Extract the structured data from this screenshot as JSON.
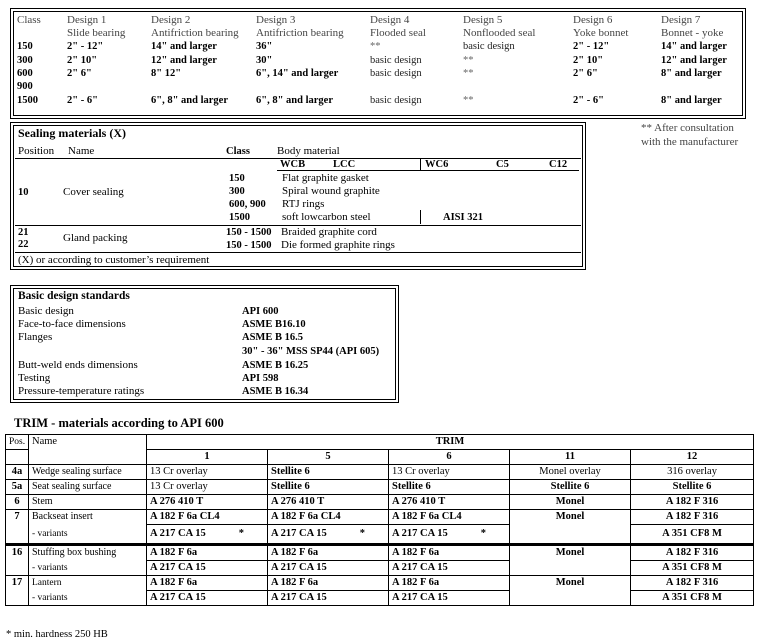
{
  "designs": {
    "headers": [
      {
        "l1": "Class",
        "l2": ""
      },
      {
        "l1": "Design 1",
        "l2": "Slide bearing"
      },
      {
        "l1": "Design 2",
        "l2": "Antifriction bearing"
      },
      {
        "l1": "Design 3",
        "l2": "Antifriction bearing"
      },
      {
        "l1": "Design 4",
        "l2": "Flooded seal"
      },
      {
        "l1": "Design 5",
        "l2": "Nonflooded seal"
      },
      {
        "l1": "Design 6",
        "l2": "Yoke bonnet"
      },
      {
        "l1": "Design 7",
        "l2": "Bonnet - yoke"
      }
    ],
    "rows": [
      [
        "150",
        "2\" - 12\"",
        "14\" and larger",
        "36\"",
        "**",
        "basic design",
        "2\" - 12\"",
        "14\" and larger"
      ],
      [
        "300",
        "2\" 10\"",
        "12\" and larger",
        "30\"",
        "basic design",
        "**",
        "2\" 10\"",
        "12\" and larger"
      ],
      [
        "600",
        "2\" 6\"",
        "8\" 12\"",
        "6\", 14\" and larger",
        "basic design",
        "**",
        "2\" 6\"",
        "8\" and larger"
      ],
      [
        "900",
        "",
        "",
        "",
        "",
        "",
        "",
        ""
      ],
      [
        "1500",
        "2\" - 6\"",
        "6\", 8\" and larger",
        "6\", 8\" and larger",
        "basic design",
        "**",
        "2\" - 6\"",
        "8\" and larger"
      ]
    ]
  },
  "note_consult": {
    "line1": "** After consultation",
    "line2": "with the manufacturer"
  },
  "sealing": {
    "title": "Sealing materials (X)",
    "col_position": "Position",
    "col_name": "Name",
    "col_class": "Class",
    "col_body": "Body material",
    "materials": [
      "WCB",
      "LCC",
      "WC6",
      "C5",
      "C12"
    ],
    "pos10": "10",
    "cover": "Cover sealing",
    "cover_rows": [
      {
        "cls": "150",
        "text": "Flat graphite gasket"
      },
      {
        "cls": "300",
        "text": "Spiral wound graphite"
      },
      {
        "cls": "600, 900",
        "text": "RTJ rings"
      },
      {
        "cls": "1500",
        "text": "soft lowcarbon steel"
      }
    ],
    "aisi": "AISI 321",
    "pos21": "21",
    "pos22": "22",
    "gland": "Gland packing",
    "gland_rows": [
      {
        "cls": "150 - 1500",
        "text": "Braided graphite cord"
      },
      {
        "cls": "150 - 1500",
        "text": "Die formed graphite rings"
      }
    ],
    "footnote": "(X) or according to customer’s requirement"
  },
  "standards": {
    "title": "Basic design standards",
    "rows": [
      {
        "name": "Basic design",
        "value": "API 600"
      },
      {
        "name": "Face-to-face dimensions",
        "value": "ASME  B16.10"
      },
      {
        "name": "Flanges",
        "value": "ASME  B 16.5"
      },
      {
        "name": "",
        "value": "30\" - 36\" MSS SP44  (API 605)"
      },
      {
        "name": "Butt-weld ends dimensions",
        "value": "ASME  B 16.25"
      },
      {
        "name": "Testing",
        "value": "API 598"
      },
      {
        "name": "Pressure-temperature ratings",
        "value": "ASME  B 16.34"
      }
    ]
  },
  "trim": {
    "title": "TRIM - materials according to API 600",
    "h_pos": "Pos.",
    "h_name": "Name",
    "h_trim": "TRIM",
    "cols": [
      "1",
      "5",
      "6",
      "11",
      "12"
    ],
    "r4a": {
      "pos": "4a",
      "name": "Wedge sealing surface",
      "v": [
        "13 Cr overlay",
        "Stellite 6",
        "13 Cr overlay",
        "Monel overlay",
        "316 overlay"
      ]
    },
    "r5a": {
      "pos": "5a",
      "name": "Seat sealing surface",
      "v": [
        "13 Cr overlay",
        "Stellite 6",
        "Stellite 6",
        "Stellite 6",
        "Stellite 6"
      ]
    },
    "r6": {
      "pos": "6",
      "name": "Stem",
      "v": [
        "A 276 410 T",
        "A 276 410 T",
        "A 276 410 T",
        "Monel",
        "A 182 F 316"
      ]
    },
    "r7": {
      "pos": "7",
      "name": "Backseat insert",
      "sub": "- variants",
      "v": [
        "A 182 F 6a CL4",
        "A 182 F 6a CL4",
        "A 182 F 6a CL4",
        "Monel",
        "A 182 F 316"
      ],
      "v2": [
        "A 217 CA 15",
        "A 217 CA 15",
        "A 217 CA 15",
        "",
        "A 351 CF8 M"
      ]
    },
    "r16": {
      "pos": "16",
      "name": "Stuffing box bushing",
      "sub": "- variants",
      "v": [
        "A 182 F 6a",
        "A 182 F 6a",
        "A 182 F 6a",
        "Monel",
        "A 182 F 316"
      ],
      "v2": [
        "A 217 CA 15",
        "A 217 CA 15",
        "A 217 CA 15",
        "",
        "A 351 CF8 M"
      ]
    },
    "r17": {
      "pos": "17",
      "name": "Lantern",
      "sub": "- variants",
      "v": [
        "A 182 F 6a",
        "A 182 F 6a",
        "A 182 F 6a",
        "Monel",
        "A 182 F 316"
      ],
      "v2": [
        "A 217 CA 15",
        "A 217 CA 15",
        "A 217 CA 15",
        "",
        "A 351 CF8 M"
      ]
    },
    "star": "*",
    "footnote": "* min. hardness  250 HB"
  }
}
